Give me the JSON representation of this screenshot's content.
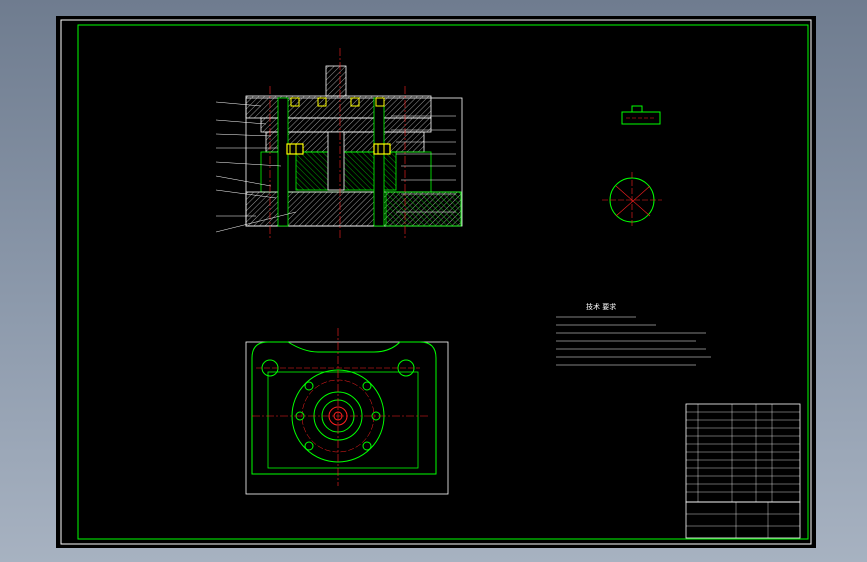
{
  "drawing": {
    "background": "#000000",
    "colors": {
      "green": "#00ff00",
      "white": "#ffffff",
      "red": "#ff2020",
      "yellow": "#ffff00",
      "frame": "#00ff00"
    },
    "views": [
      "section-view",
      "plan-view",
      "detail-view-a",
      "detail-view-b"
    ],
    "tech_requirements": {
      "title": "技术 要求"
    },
    "title_block": {}
  }
}
